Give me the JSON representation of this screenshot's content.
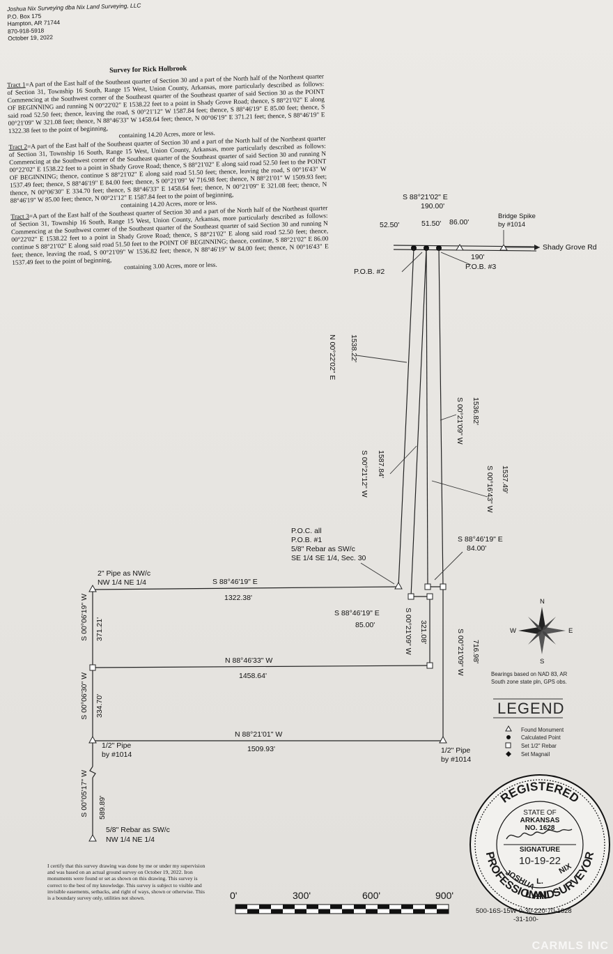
{
  "header": {
    "company": "Joshua Nix Surveying dba Nix Land Surveying, LLC",
    "po_box": "P.O. Box 175",
    "city": "Hampton, AR 71744",
    "phone": "870-918-5918",
    "date": "October 19, 2022"
  },
  "title": "Survey for Rick Holbrook",
  "tracts": [
    {
      "tag": "Tract 1",
      "text": "=A part of the East half of the Southeast quarter of Section 30 and a part of the North half of the Northeast quarter of Section 31, Township 16 South, Range 15 West, Union County, Arkansas, more particularly described as follows: Commencing at the Southwest corner of the Southeast quarter of the Southeast quarter of said Section 30 as the POINT OF BEGINNING and running N 00°22'02\" E 1538.22 feet to a point in Shady Grove Road; thence, S 88°21'02\" E along said road 52.50 feet; thence, leaving the road, S 00°21'12\" W 1587.84 feet; thence, S 88°46'19\" E 85.00 feet; thence, S 00°21'09\" W 321.08 feet; thence, N 88°46'33\" W 1458.64 feet; thence, N 00°06'19\" E 371.21 feet; thence, S 88°46'19\" E 1322.38 feet to the point of beginning,",
      "acres": "containing 14.20 Acres, more or less."
    },
    {
      "tag": "Tract 2",
      "text": "=A part of the East half of the Southeast quarter of Section 30 and a part of the North half of the Northeast quarter of Section 31, Township 16 South, Range 15 West, Union County, Arkansas, more particularly described as follows: Commencing at the Southwest corner of the Southeast quarter of the Southeast quarter of said Section 30 and running N 00°22'02\" E 1538.22 feet to a point in Shady Grove Road; thence, S 88°21'02\" E along said road 52.50 feet to the POINT OF BEGINNING; thence, continue S 88°21'02\" E along said road 51.50 feet; thence, leaving the road, S 00°16'43\" W 1537.49 feet; thence, S 88°46'19\" E 84.00 feet; thence, S 00°21'09\" W 716.98 feet; thence, N 88°21'01\" W 1509.93 feet; thence, N 00°06'30\" E 334.70 feet; thence, S 88°46'33\" E 1458.64 feet; thence, N 00°21'09\" E 321.08 feet; thence, N 88°46'19\" W 85.00 feet; thence, N 00°21'12\" E 1587.84 feet to the point of beginning,",
      "acres": "containing 14.20 Acres, more or less."
    },
    {
      "tag": "Tract 3",
      "text": "=A part of the East half of the Southeast quarter of Section 30 and a part of the North half of the Northeast quarter of Section 31, Township 16 South, Range 15 West, Union County, Arkansas, more particularly described as follows: Commencing at the Southwest corner of the Southeast quarter of the Southeast quarter of said Section 30 and running N 00°22'02\" E 1538.22 feet to a point in Shady Grove Road; thence, S 88°21'02\" E along said road 52.50 feet; thence, continue S 88°21'02\" E along said road 51.50 feet to the POINT OF BEGINNING; thence, continue, S 88°21'02\" E 86.00 feet; thence, leaving the road, S 00°21'09\" W 1536.82 feet; thence, N 88°46'19\" W 84.00 feet; thence, N 00°16'43\" E 1537.49 feet to the point of beginning,",
      "acres": "containing 3.00 Acres, more or less."
    }
  ],
  "plat": {
    "road_total_bearing": "S 88°21'02\" E",
    "road_total_dist": "190.00'",
    "seg1": "52.50'",
    "seg2": "51.50'",
    "seg3": "86.00'",
    "bridge_spike_1": "Bridge Spike",
    "bridge_spike_2": "by #1014",
    "road_name": "Shady Grove Rd",
    "dist_190": "190'",
    "pob2": "P.O.B. #2",
    "pob3": "P.O.B. #3",
    "west_line_bearing": "N 00°22'02\" E",
    "west_line_dist": "1538.22'",
    "t1_east_bearing": "S 00°21'12\" W",
    "t1_east_dist": "1587.84'",
    "t3_east_bearing": "S 00°21'09\" W",
    "t3_east_dist": "1536.82'",
    "t3_west_bearing": "S 00°16'43\" W",
    "t3_west_dist": "1537.49'",
    "poc_1": "P.O.C. all",
    "poc_2": "P.O.B. #1",
    "poc_3": "5/8\" Rebar as SW/c",
    "poc_4": "SE 1/4 SE 1/4, Sec. 30",
    "t3_south_bearing": "S 88°46'19\" E",
    "t3_south_dist": "84.00'",
    "nw_pipe_1": "2\" Pipe as NW/c",
    "nw_pipe_2": "NW 1/4 NE 1/4",
    "north_bearing": "S 88°46'19\" E",
    "north_dist": "1322.38'",
    "jog_bearing": "S 88°46'19\" E",
    "jog_dist": "85.00'",
    "jog_side_bearing": "S 00°21'09\" W",
    "jog_side_dist": "321.08'",
    "west_top_bearing": "S 00°06'19\" W",
    "west_top_dist": "371.21'",
    "mid_bearing": "N 88°46'33\" W",
    "mid_dist": "1458.64'",
    "east_bearing": "S 00°21'09\" W",
    "east_dist": "716.98'",
    "west_bot_bearing": "S 00°06'30\" W",
    "west_bot_dist": "334.70'",
    "south_bearing": "N 88°21'01\" W",
    "south_dist": "1509.93'",
    "sw_pipe_1": "1/2\" Pipe",
    "sw_pipe_2": "by #1014",
    "se_pipe_1": "1/2\" Pipe",
    "se_pipe_2": "by #1014",
    "tail_bearing": "S 00°05'17\" W",
    "tail_dist": "589.89'",
    "rebar_1": "5/8\" Rebar as SW/c",
    "rebar_2": "NW 1/4 NE 1/4"
  },
  "compass": {
    "n": "N",
    "s": "S",
    "e": "E",
    "w": "W"
  },
  "bearings_note": {
    "line1": "Bearings based on NAD 83, AR",
    "line2": "South zone state pln, GPS obs."
  },
  "legend": {
    "title": "LEGEND",
    "items": [
      "Found Monument",
      "Calculated Point",
      "Set 1/2\" Rebar",
      "Set Magnail"
    ]
  },
  "certification": "I certify that this survey drawing was done by me or under my supervision and was based on an actual ground survey on October 19, 2022. Iron monuments were found or set as shown on this drawing. This survey is correct to the best of my knowledge. This survey is subject to visible and invisible easements, setbacks, and right of ways, shown or otherwise. This is a boundary survey only, utilities not shown.",
  "scale": {
    "labels": [
      "0'",
      "300'",
      "600'",
      "900'"
    ]
  },
  "seal": {
    "top": "REGISTERED",
    "left": "PROFESSIONAL",
    "right": "SURVEYOR",
    "bottom": "LAND",
    "state": "STATE OF",
    "state2": "ARKANSAS",
    "no": "NO. 1628",
    "signature_label": "SIGNATURE",
    "sig_date": "10-19-22",
    "name_l": "JOSHUA",
    "name_m": "L.",
    "name_r": "NIX"
  },
  "parcel_id": "500-16S-15W-0-30-220-70-1628",
  "parcel_id2": "-31-100-",
  "watermark": "CARMLS INC"
}
